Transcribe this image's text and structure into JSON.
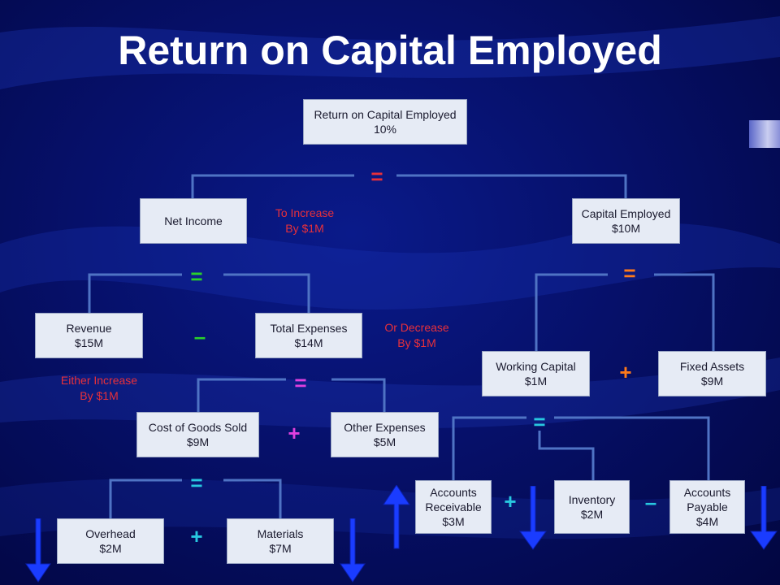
{
  "title": "Return on Capital Employed",
  "boxes": {
    "roce": {
      "label": "Return on Capital Employed",
      "value": "10%"
    },
    "net_income": {
      "label": "Net Income"
    },
    "capital_employed": {
      "label": "Capital Employed",
      "value": "$10M"
    },
    "revenue": {
      "label": "Revenue",
      "value": "$15M"
    },
    "total_expenses": {
      "label": "Total Expenses",
      "value": "$14M"
    },
    "working_capital": {
      "label": "Working Capital",
      "value": "$1M"
    },
    "fixed_assets": {
      "label": "Fixed Assets",
      "value": "$9M"
    },
    "cogs": {
      "label": "Cost of Goods Sold",
      "value": "$9M"
    },
    "other_expenses": {
      "label": "Other Expenses",
      "value": "$5M"
    },
    "accounts_receivable": {
      "label1": "Accounts",
      "label2": "Receivable",
      "value": "$3M"
    },
    "inventory": {
      "label": "Inventory",
      "value": "$2M"
    },
    "accounts_payable": {
      "label1": "Accounts",
      "label2": "Payable",
      "value": "$4M"
    },
    "overhead": {
      "label": "Overhead",
      "value": "$2M"
    },
    "materials": {
      "label": "Materials",
      "value": "$7M"
    }
  },
  "operators": {
    "eq": "=",
    "plus": "+",
    "minus": "–"
  },
  "notes": {
    "to_increase": {
      "line1": "To Increase",
      "line2": "By $1M"
    },
    "or_decrease": {
      "line1": "Or Decrease",
      "line2": "By $1M"
    },
    "either_increase": {
      "line1": "Either Increase",
      "line2": "By $1M"
    }
  },
  "colors": {
    "connector": "#4f73c4",
    "eq_red": "#e8303a",
    "eq_green": "#2ad12a",
    "eq_orange": "#ff7a1a",
    "magenta": "#e040e0",
    "cyan": "#28c8e0",
    "arrow_blue": "#1a3cff",
    "note_red": "#e8303a"
  }
}
